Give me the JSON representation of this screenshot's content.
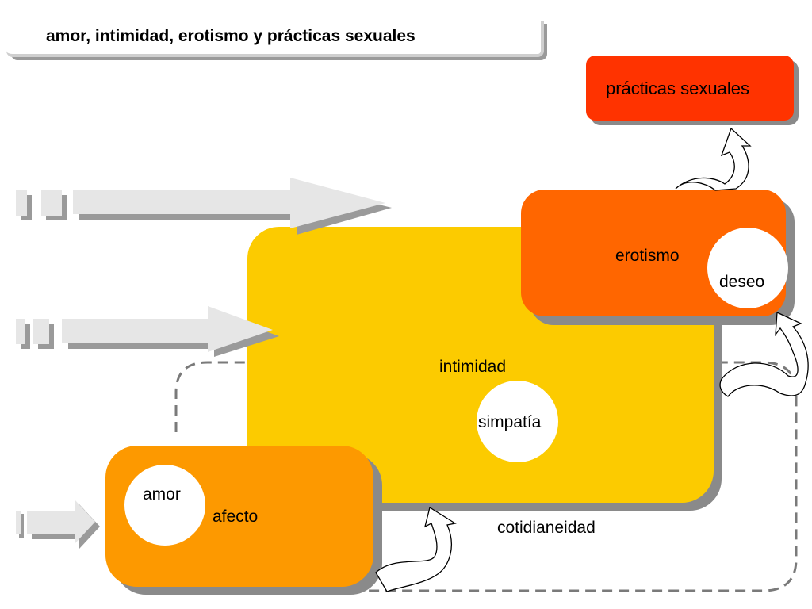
{
  "title": "amor, intimidad, erotismo y prácticas sexuales",
  "nodes": {
    "practicas_sexuales": "prácticas sexuales",
    "erotismo": "erotismo",
    "deseo": "deseo",
    "intimidad": "intimidad",
    "simpatia": "simpatía",
    "amor": "amor",
    "afecto": "afecto",
    "cotidianeidad": "cotidianeidad"
  },
  "colors": {
    "practicas_sexuales": "#ff3300",
    "erotismo": "#ff6600",
    "intimidad": "#fccb00",
    "afecto": "#fd9900",
    "arrow": "#e6e6e6",
    "shadow": "#8a8a8a"
  },
  "icons": [
    "wide-arrow-icon",
    "curved-arrow-icon"
  ]
}
